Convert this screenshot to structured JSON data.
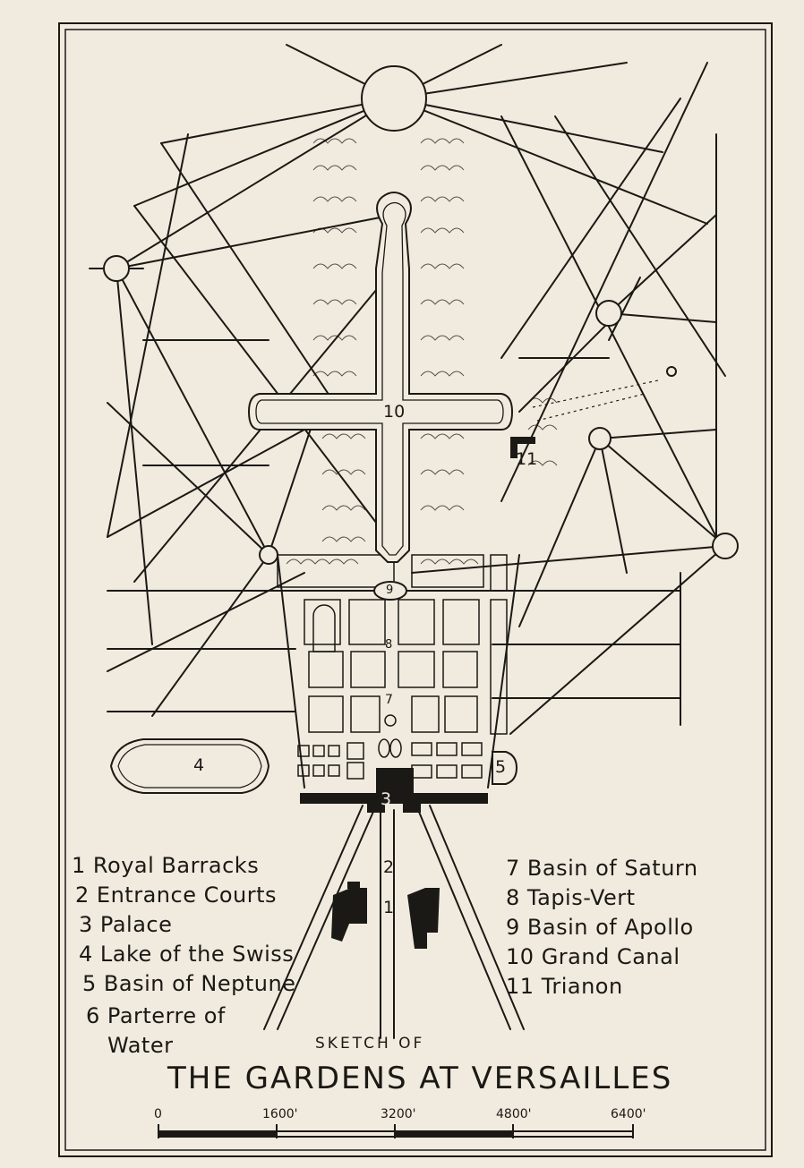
{
  "title": {
    "prefix": "SKETCH OF",
    "main": "THE GARDENS AT VERSAILLES"
  },
  "legend": {
    "left": [
      {
        "num": "1",
        "label": "Royal Barracks"
      },
      {
        "num": "2",
        "label": "Entrance Courts"
      },
      {
        "num": "3",
        "label": "Palace"
      },
      {
        "num": "4",
        "label": "Lake of the Swiss"
      },
      {
        "num": "5",
        "label": "Basin of Neptune"
      },
      {
        "num": "6",
        "label": "Parterre of"
      }
    ],
    "left_cont": "Water",
    "right": [
      {
        "num": "7",
        "label": "Basin of Saturn"
      },
      {
        "num": "8",
        "label": "Tapis-Vert"
      },
      {
        "num": "9",
        "label": "Basin of Apollo"
      },
      {
        "num": "10",
        "label": "Grand Canal"
      },
      {
        "num": "11",
        "label": "Trianon"
      }
    ]
  },
  "map_labels": [
    "1",
    "2",
    "3",
    "4",
    "5",
    "7",
    "8",
    "9",
    "10",
    "11"
  ],
  "scale_bar": {
    "ticks": [
      "0",
      "1600'",
      "3200'",
      "4800'",
      "6400'"
    ]
  },
  "colors": {
    "paper": "#f1ebdf",
    "ink": "#1b1915"
  }
}
